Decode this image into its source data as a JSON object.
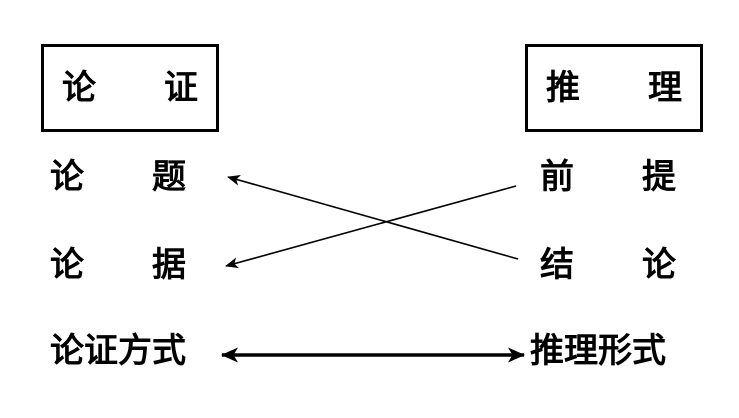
{
  "diagram": {
    "title_left": "论　　证",
    "title_right": "推　　理",
    "boxes": [
      {
        "id": "lunzheng",
        "label": "论　　证"
      },
      {
        "id": "tuili",
        "label": "推　　理"
      }
    ],
    "left_column": [
      {
        "id": "lunti",
        "label": "论　　题"
      },
      {
        "id": "lunju",
        "label": "论　　据"
      },
      {
        "id": "lunzhengfangshi",
        "label": "论证方式"
      }
    ],
    "right_column": [
      {
        "id": "qianti",
        "label": "前　　提"
      },
      {
        "id": "jielun",
        "label": "结　　论"
      },
      {
        "id": "tuilixingshi",
        "label": "推理形式"
      }
    ],
    "connections": [
      {
        "id": "lunti-jielun",
        "from": "结论",
        "to": "论题",
        "direction": "right-to-left",
        "style": "thin"
      },
      {
        "id": "lunju-qianti",
        "from": "前提",
        "to": "论据",
        "direction": "right-to-left",
        "style": "thin"
      },
      {
        "id": "fangshi-xingshi",
        "from": "论证方式",
        "to": "推理形式",
        "direction": "bidirectional",
        "style": "thick"
      }
    ],
    "colors": {
      "stroke": "#000000",
      "background": "#ffffff",
      "text": "#000000"
    }
  }
}
